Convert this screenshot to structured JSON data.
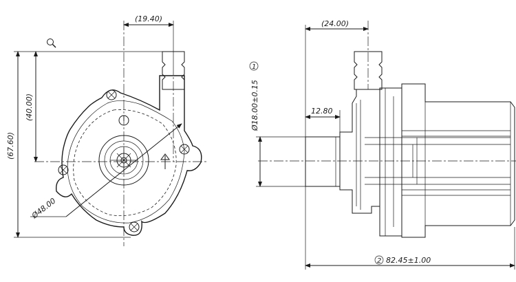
{
  "front_view": {
    "dim_height_total": "(67.60)",
    "dim_height_partial": "(40.00)",
    "dim_outlet_offset": "(19.40)",
    "dim_body_diameter": "Ø48.00"
  },
  "side_view": {
    "dim_top_offset": "(24.00)",
    "dim_inlet_length": "12.80",
    "dim_inlet_diameter": "Ø18.00±0.15",
    "dim_total_length": "82.45±1.00",
    "balloon_1": "1",
    "balloon_2": "2"
  },
  "icons": {
    "magnifier": "magnifier-icon"
  }
}
